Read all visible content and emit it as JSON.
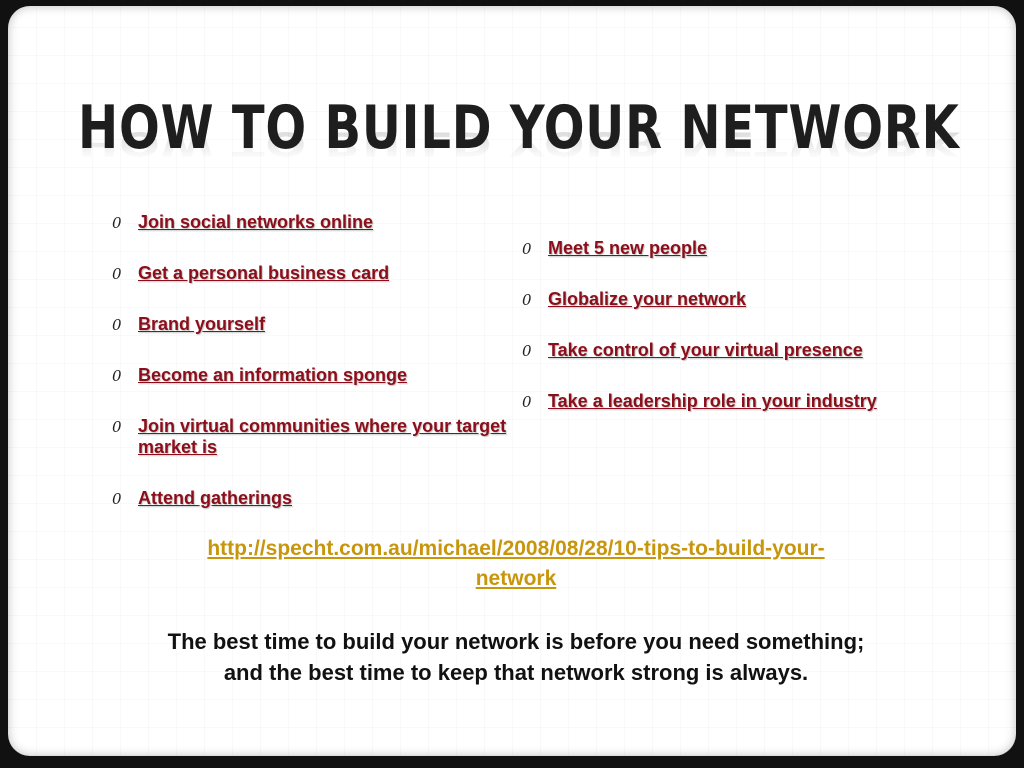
{
  "slide": {
    "title": "How to Build Your Network",
    "left_items": [
      "Join social networks online",
      "Get a personal business card",
      "Brand yourself",
      "Become an information sponge",
      "Join virtual communities where your target market is",
      "Attend gatherings"
    ],
    "right_items": [
      "Meet 5 new people",
      "Globalize your network",
      "Take control of your virtual presence",
      "Take a leadership role in your industry"
    ],
    "source_url_line1": "http://specht.com.au/michael/2008/08/28/10-tips-to-build-your-",
    "source_url_line2": "network",
    "quote_line1": "The best time to build your network is before you need something;",
    "quote_line2": "and the best time to keep that network strong is always."
  },
  "colors": {
    "link": "#8b0e1a",
    "source_link": "#c8960c",
    "title": "#1e1e1e"
  },
  "icons": {
    "bullet": "italic-o-bullet-icon"
  }
}
